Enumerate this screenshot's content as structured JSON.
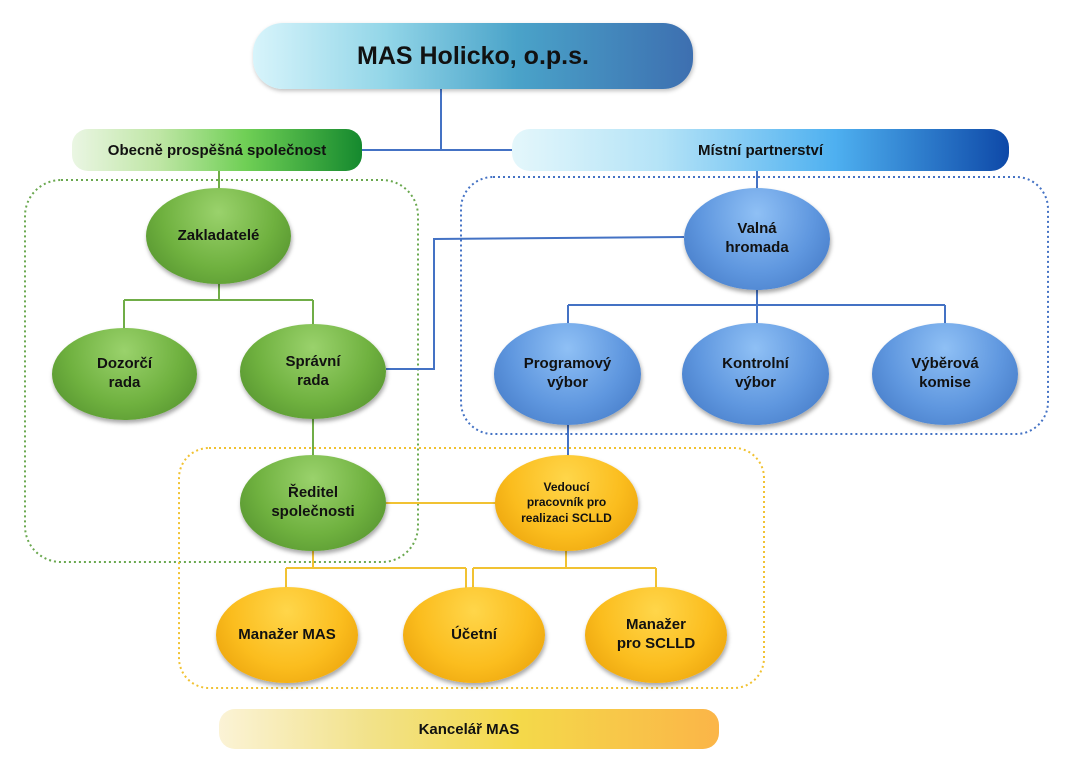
{
  "title": "MAS Holicko, o.p.s.",
  "left_header": "Obecně prospěšná společnost",
  "right_header": "Místní partnerství",
  "footer": "Kancelář MAS",
  "nodes": {
    "zakladatele": "Zakladatelé",
    "dozorci_rada": "Dozorčí\nrada",
    "spravni_rada": "Správní\nrada",
    "reditel": "Ředitel\nspolečnosti",
    "valna_hromada": "Valná\nhromada",
    "programovy_vybor": "Programový\nvýbor",
    "kontrolni_vybor": "Kontrolní\nvýbor",
    "vyberova_komise": "Výběrová\nkomise",
    "vedouci_pracovnik": "Vedoucí\npracovník pro\nrealizaci SCLLD",
    "manazer_mas": "Manažer MAS",
    "ucetni": "Účetní",
    "manazer_sclld": "Manažer\npro SCLLD"
  },
  "colors": {
    "green_group_border": "#6aa84f",
    "blue_group_border": "#4472c4",
    "orange_group_border": "#f1c232",
    "green_line": "#70ad47",
    "blue_line": "#4472c4",
    "orange_line": "#f1c232"
  }
}
